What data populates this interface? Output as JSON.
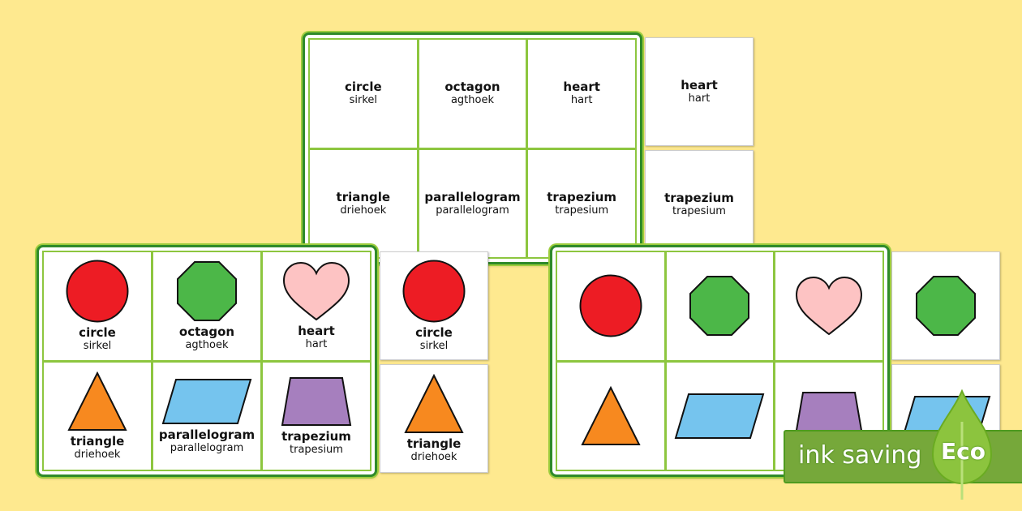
{
  "colors": {
    "circle": "#ed1c24",
    "octagon": "#4cb748",
    "heart": "#fdc3c3",
    "triangle": "#f7891f",
    "parallelogram": "#75c4ee",
    "trapezium": "#a67fbe"
  },
  "boards": [
    {
      "id": "words",
      "cells": [
        {
          "shape": "",
          "en": "circle",
          "af": "sirkel"
        },
        {
          "shape": "",
          "en": "octagon",
          "af": "agthoek"
        },
        {
          "shape": "",
          "en": "heart",
          "af": "hart"
        },
        {
          "shape": "",
          "en": "triangle",
          "af": "driehoek"
        },
        {
          "shape": "",
          "en": "parallelogram",
          "af": "parallelogram"
        },
        {
          "shape": "",
          "en": "trapezium",
          "af": "trapesium"
        }
      ],
      "cards": [
        {
          "shape": "",
          "en": "heart",
          "af": "hart"
        },
        {
          "shape": "",
          "en": "trapezium",
          "af": "trapesium"
        }
      ]
    },
    {
      "id": "labelled",
      "cells": [
        {
          "shape": "circle",
          "en": "circle",
          "af": "sirkel"
        },
        {
          "shape": "octagon",
          "en": "octagon",
          "af": "agthoek"
        },
        {
          "shape": "heart",
          "en": "heart",
          "af": "hart"
        },
        {
          "shape": "triangle",
          "en": "triangle",
          "af": "driehoek"
        },
        {
          "shape": "parallelogram",
          "en": "parallelogram",
          "af": "parallelogram"
        },
        {
          "shape": "trapezium",
          "en": "trapezium",
          "af": "trapesium"
        }
      ],
      "cards": [
        {
          "shape": "circle",
          "en": "circle",
          "af": "sirkel"
        },
        {
          "shape": "triangle",
          "en": "triangle",
          "af": "driehoek"
        }
      ]
    },
    {
      "id": "pictures",
      "cells": [
        {
          "shape": "circle"
        },
        {
          "shape": "octagon"
        },
        {
          "shape": "heart"
        },
        {
          "shape": "triangle"
        },
        {
          "shape": "parallelogram"
        },
        {
          "shape": "trapezium"
        }
      ],
      "cards": [
        {
          "shape": "octagon"
        },
        {
          "shape": "parallelogram"
        }
      ]
    }
  ],
  "badge": {
    "text": "ink saving",
    "eco": "Eco"
  }
}
